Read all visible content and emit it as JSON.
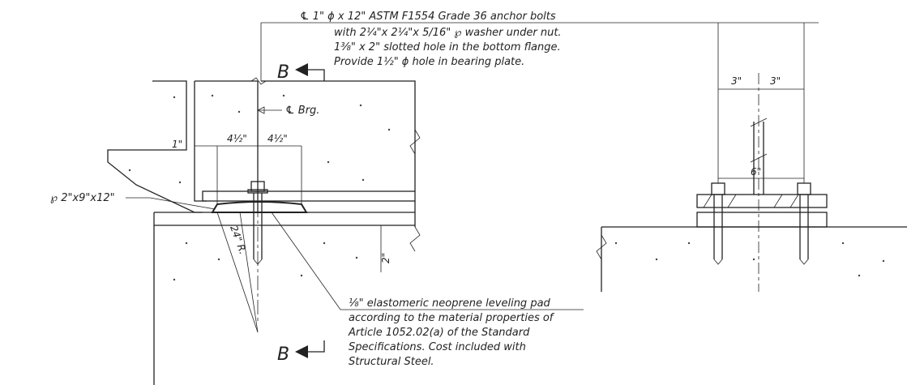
{
  "notes": {
    "anchor_bolt_line1": "℄ 1\" ϕ x 12\" ASTM F1554 Grade 36 anchor bolts",
    "anchor_bolt_line2": "with 2¼\"x 2¼\"x 5/16\" ℘ washer under nut.",
    "anchor_bolt_line3": "1⅜\" x 2\" slotted hole in the bottom flange.",
    "anchor_bolt_line4": "Provide 1½\" ϕ hole in bearing plate.",
    "pad_line1": "⅛\" elastomeric neoprene leveling pad",
    "pad_line2": "according to the material properties of",
    "pad_line3": "Article 1052.02(a) of the Standard",
    "pad_line4": "Specifications. Cost included with",
    "pad_line5": "Structural Steel."
  },
  "labels": {
    "section_mark_top": "B",
    "section_mark_bottom": "B",
    "centerline_bearing": "℄ Brg.",
    "plate_callout": "℘ 2\"x9\"x12\""
  },
  "dimensions": {
    "edge_1in": "1\"",
    "half_width_left": "4½\"",
    "half_width_right": "4½\"",
    "radius": "24\" R.",
    "height_2in": "2\"",
    "bolt_spacing_left": "3\"",
    "bolt_spacing_right": "3\"",
    "bolt_spacing_total": "6\""
  }
}
